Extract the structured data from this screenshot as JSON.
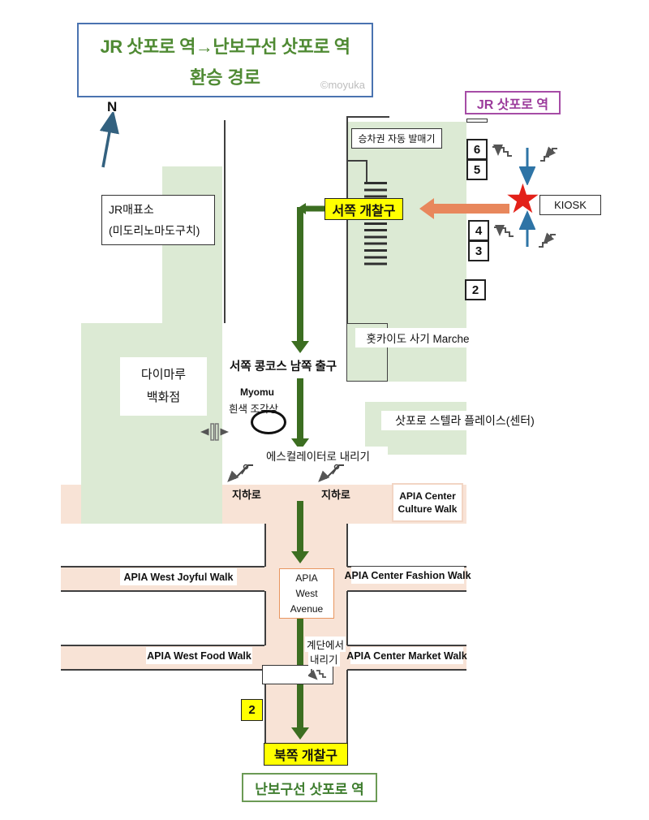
{
  "title": {
    "line1": "JR 삿포로 역→난보구선 삿포로 역",
    "line2": "환승 경로",
    "watermark": "©moyuka"
  },
  "compass": {
    "label": "N"
  },
  "stations": {
    "jr": "JR 삿포로 역",
    "namboku": "난보구선 삿포로 역"
  },
  "gates": {
    "west": "서쪽 개찰구",
    "north": "북쪽 개찰구"
  },
  "areas": {
    "ticket_machines": "승차권 자동 발매기",
    "jr_office_line1": "JR매표소",
    "jr_office_line2": "(미도리노마도구치)",
    "kiosk": "KIOSK",
    "marche": "홋카이도 사기 Marche",
    "daimaru_line1": "다이마루",
    "daimaru_line2": "백화점",
    "stellar": "삿포로 스텔라 플레이스(센터)"
  },
  "route": {
    "west_concourse": "서쪽 콩코스 남쪽 출구",
    "myomu_line1": "Myomu",
    "myomu_line2": "흰색 조각상",
    "escalator": "에스컬레이터로 내리기",
    "underground_left": "지하로",
    "underground_right": "지하로",
    "stairs_line1": "계단에서",
    "stairs_line2": "내리기"
  },
  "apia": {
    "culture_line1": "APIA Center",
    "culture_line2": "Culture Walk",
    "joyful": "APIA  West Joyful Walk",
    "fashion": "APIA  Center Fashion Walk",
    "avenue_line1": "APIA",
    "avenue_line2": "West",
    "avenue_line3": "Avenue",
    "food": "APIA West Food Walk",
    "market": "APIA Center Market Walk"
  },
  "platforms": {
    "p6": "6",
    "p5": "5",
    "p4": "4",
    "p3": "3",
    "p2": "2",
    "exit2": "2"
  },
  "colors": {
    "area_green": "#dcead4",
    "area_pink": "#f8e3d6",
    "route_green": "#3c6e21",
    "orange_arrow": "#e8875c",
    "blue_arrow": "#2e74a6",
    "title_green": "#4f8a33",
    "purple": "#9b3a9b",
    "label_yellow": "#ffff00",
    "star_red": "#e32119"
  }
}
